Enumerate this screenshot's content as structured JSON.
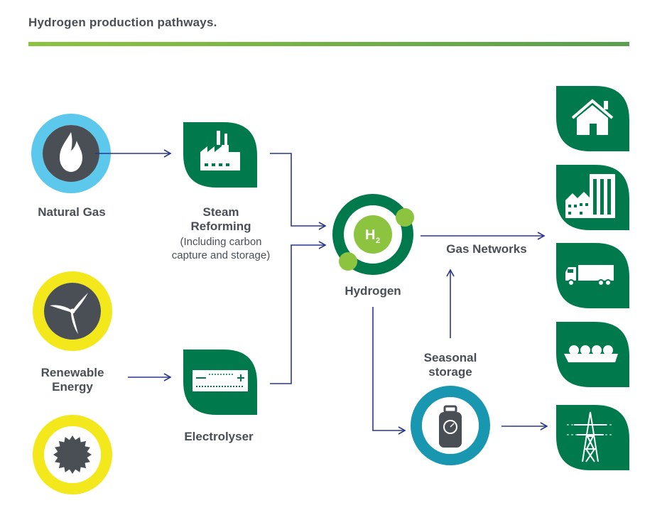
{
  "title": "Hydrogen production pathways.",
  "nodes": {
    "natural_gas": "Natural Gas",
    "steam_reforming": "Steam\nReforming",
    "steam_reforming_note": "(Including carbon\ncapture and storage)",
    "renewable_energy": "Renewable\nEnergy",
    "electrolyser": "Electrolyser",
    "hydrogen": "Hydrogen",
    "hydrogen_symbol": "H",
    "hydrogen_subscript": "2",
    "gas_networks": "Gas Networks",
    "seasonal_storage": "Seasonal\nstorage"
  },
  "end_uses": [
    "house-icon",
    "city-buildings-icon",
    "truck-icon",
    "lng-ship-icon",
    "power-pylon-icon"
  ],
  "colors": {
    "green": "#007a4d",
    "light_green": "#8cc43f",
    "blue_ring": "#5bc8ec",
    "yellow_ring": "#f3e81c",
    "teal_ring": "#1a97b0",
    "dark_gray": "#4a4f55",
    "arrow": "#2b3690"
  }
}
